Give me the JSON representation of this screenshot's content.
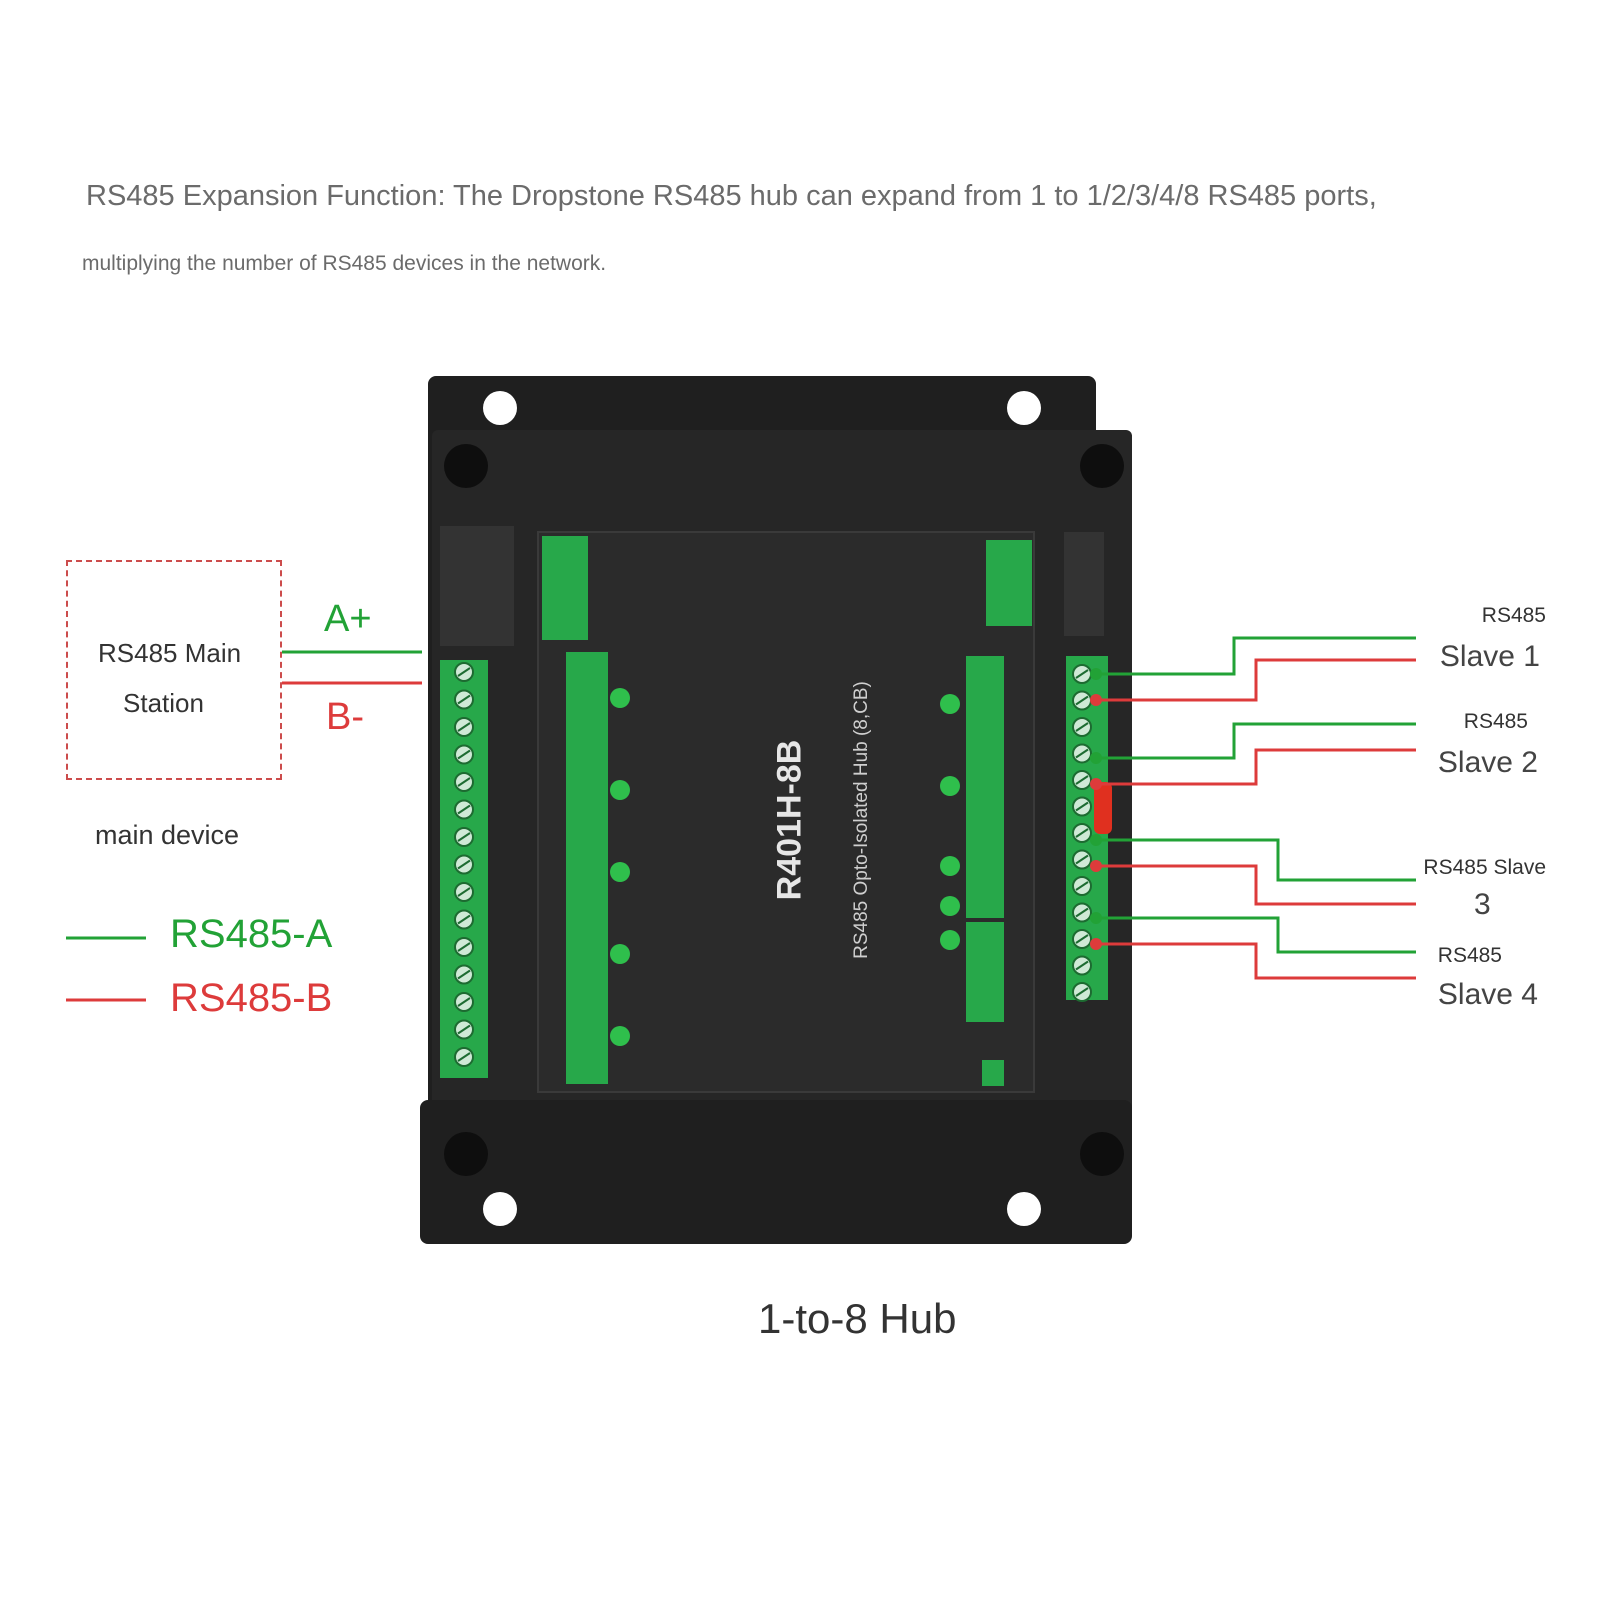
{
  "intro": {
    "line1": "RS485 Expansion Function: The Dropstone RS485 hub can expand from 1 to 1/2/3/4/8 RS485 ports,",
    "line2": "multiplying the number of RS485 devices in the network."
  },
  "main_station": {
    "line1": "RS485 Main",
    "line2": "Station",
    "caption": "main device",
    "a_label": "A+",
    "b_label": "B-"
  },
  "legend": {
    "a_label": "RS485-A",
    "b_label": "RS485-B",
    "a_color": "#22a236",
    "b_color": "#dd3b3b"
  },
  "device": {
    "model": "R401H-8B",
    "subtitle": "RS485 Opto-Isolated Hub (8,CB)"
  },
  "slaves": [
    {
      "line1": "RS485",
      "line2": "Slave 1"
    },
    {
      "line1": "RS485",
      "line2": "Slave 2"
    },
    {
      "line1": "RS485 Slave",
      "line2": "3"
    },
    {
      "line1": "RS485",
      "line2": "Slave 4"
    }
  ],
  "caption": "1-to-8 Hub"
}
